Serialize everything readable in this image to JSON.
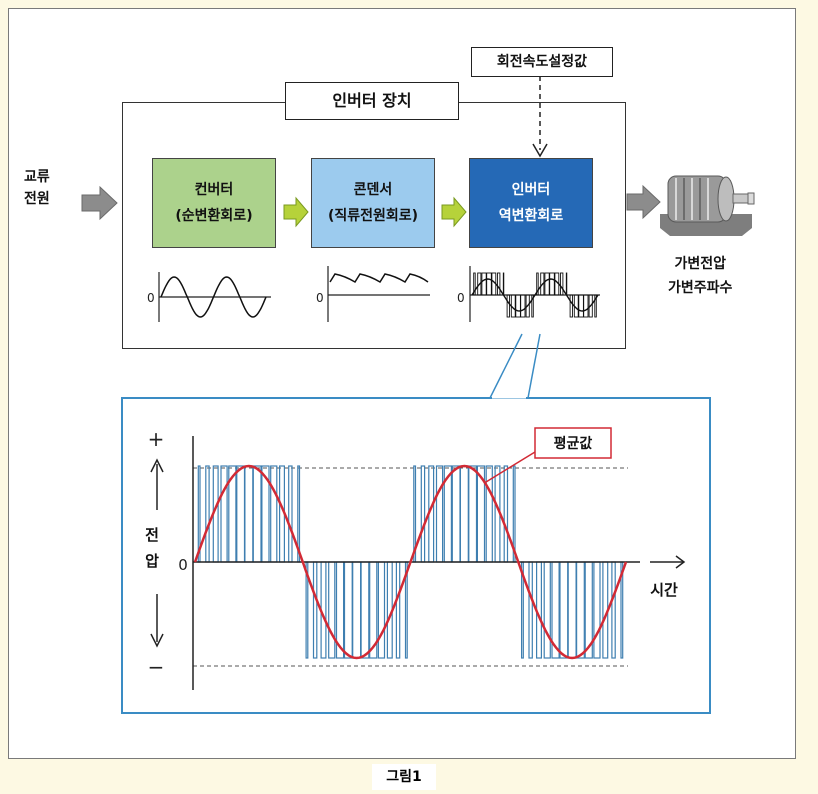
{
  "diagram": {
    "device_label": "인버터 장치",
    "rotation_setpoint_label": "회전속도설정값",
    "ac_input_label": [
      "교류",
      "전원"
    ],
    "blocks": [
      {
        "title": "컨버터",
        "subtitle": "(순변환회로)",
        "bg": "#acd28c"
      },
      {
        "title": "콘덴서",
        "subtitle": "(직류전원회로)",
        "bg": "#9ccbee"
      },
      {
        "title": "인버터",
        "subtitle": "역변환회로",
        "bg": "#2569b6"
      }
    ],
    "motor_output_label": [
      "가변전압",
      "가변주파수"
    ],
    "small_wave_zero_label": "0"
  },
  "detail": {
    "plus_label": "+",
    "minus_label": "−",
    "voltage_label": [
      "전",
      "압"
    ],
    "zero_label": "0",
    "time_label": "시간",
    "average_label": "평균값",
    "sine_color": "#d22a35",
    "pulse_color": "#3f7fb0",
    "box_color": "#3a8cc4"
  },
  "caption": "그림1"
}
